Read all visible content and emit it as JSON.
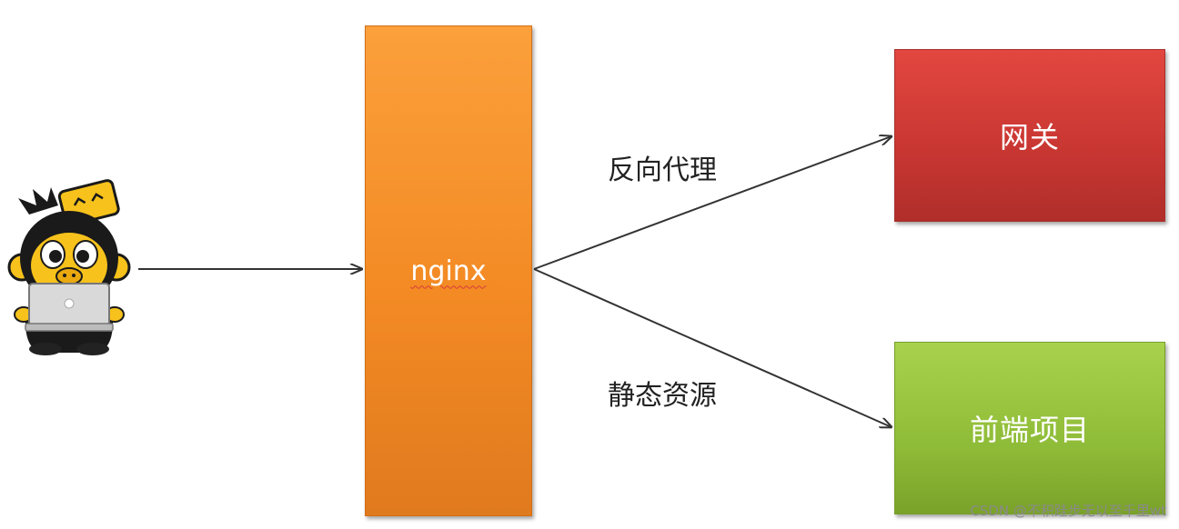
{
  "diagram": {
    "nodes": {
      "nginx": "nginx",
      "gateway": "网关",
      "frontend": "前端项目"
    },
    "edges": {
      "reverse_proxy": "反向代理",
      "static_resources": "静态资源"
    },
    "colors": {
      "nginx": "#f38a24",
      "gateway": "#c83632",
      "frontend": "#8fbc38",
      "arrow": "#333333"
    }
  },
  "watermark": "CSDN @不积跬步无以至千里wt"
}
